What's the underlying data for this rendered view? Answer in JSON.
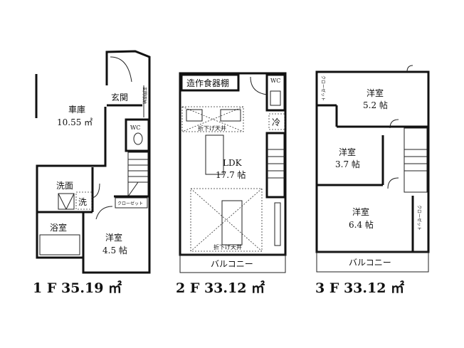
{
  "floors": [
    {
      "caption": "1 F 35.19 ㎡",
      "rooms": {
        "garage": "車庫",
        "garage_area": "10.55 ㎡",
        "entrance": "玄関",
        "entrance_storage": "玄関収納",
        "wc": "WC",
        "washroom": "洗面",
        "washer": "洗",
        "bathroom": "浴室",
        "closet": "クローゼット",
        "bedroom": "洋室",
        "bedroom_size": "4.5 帖"
      }
    },
    {
      "caption": "2 F 33.12 ㎡",
      "rooms": {
        "cupboard": "造作食器棚",
        "wc": "WC",
        "fridge": "冷",
        "ceiling_1": "折下げ天井",
        "ldk": "LDK",
        "ldk_size": "17.7 帖",
        "ceiling_2": "折下げ天井",
        "balcony": "バルコニー"
      }
    },
    {
      "caption": "3 F 33.12 ㎡",
      "rooms": {
        "closet_1": "クローゼット",
        "room_1": "洋室",
        "room_1_size": "5.2 帖",
        "room_2": "洋室",
        "room_2_size": "3.7 帖",
        "room_3": "洋室",
        "room_3_size": "6.4 帖",
        "closet_2": "クローゼット",
        "balcony": "バルコニー"
      }
    }
  ]
}
